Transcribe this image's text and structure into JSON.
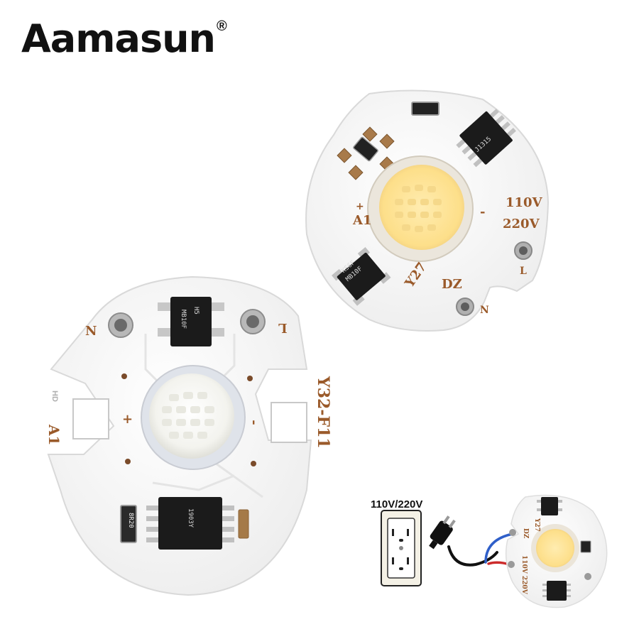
{
  "brand": {
    "name": "Aamasun",
    "mark": "®"
  },
  "board_large": {
    "model": "Y32-F11",
    "labels": {
      "pad": "A1",
      "neutral": "N",
      "live": "L",
      "plus": "+",
      "minus": "-",
      "hd": "HD"
    },
    "chip_top_text": "MB10F",
    "chip_top_text2": "H5",
    "chip_bottom_text": "1903Y",
    "resistor_text": "8R20",
    "led_color": "#f5f5f0"
  },
  "board_small": {
    "model": "Y27",
    "labels": {
      "pad": "A1",
      "neutral": "N",
      "live": "L",
      "plus": "+",
      "minus": "-",
      "suffix": "DZ",
      "voltage_1": "110V",
      "voltage_2": "220V"
    },
    "chip_bridge_text": "MB10F",
    "chip_bridge_text2": "KS6F",
    "chip_driver_text": "J1315",
    "led_color": "#fde6a2"
  },
  "wiring": {
    "voltage": "110V/220V",
    "board_labels": {
      "model": "Y27",
      "suffix": "DZ",
      "voltage": "110V 220V"
    }
  },
  "colors": {
    "pcb": "#f7f7f7",
    "text_brown": "#9a5a2a",
    "chip": "#1b1b1b",
    "wire_blue": "#2f5fc9",
    "wire_red": "#cc2b2b"
  }
}
